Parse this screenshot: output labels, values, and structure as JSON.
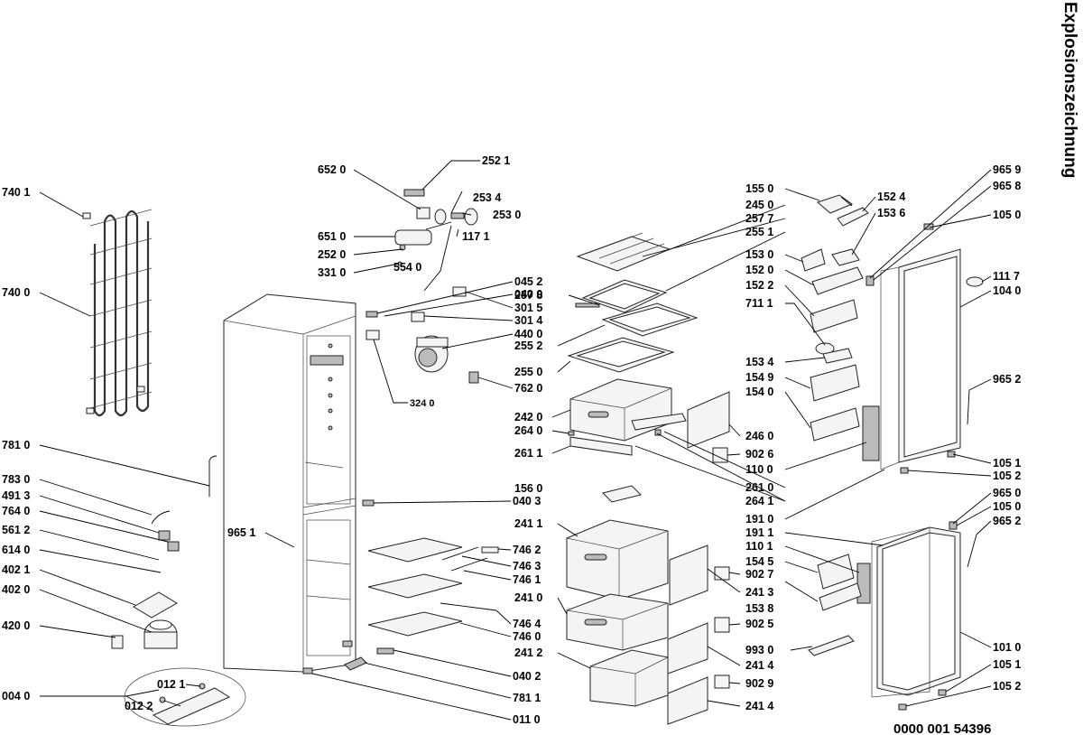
{
  "title": "Explosionszeichnung",
  "document_number": "0000 001 54396",
  "labels": {
    "740_1": "740 1",
    "740_0": "740 0",
    "781_0": "781 0",
    "783_0": "783 0",
    "491_3": "491 3",
    "764_0": "764 0",
    "561_2": "561 2",
    "614_0": "614 0",
    "402_1": "402 1",
    "402_0": "402 0",
    "420_0": "420 0",
    "004_0": "004 0",
    "012_1": "012 1",
    "012_2": "012 2",
    "652_0": "652 0",
    "252_1": "252 1",
    "253_4": "253 4",
    "253_0": "253 0",
    "651_0": "651 0",
    "117_1": "117 1",
    "252_0": "252 0",
    "554_0": "554 0",
    "331_0": "331 0",
    "045_2": "045 2",
    "040_0": "040 0",
    "301_5": "301 5",
    "301_4": "301 4",
    "440_0": "440 0",
    "762_0": "762 0",
    "324_0": "324 0",
    "965_1": "965 1",
    "040_3": "040 3",
    "746_2": "746 2",
    "746_3": "746 3",
    "746_1": "746 1",
    "746_4": "746 4",
    "746_0": "746 0",
    "040_2": "040 2",
    "781_1": "781 1",
    "011_0": "011 0",
    "155_0": "155 0",
    "245_0": "245 0",
    "257_7": "257 7",
    "255_1": "255 1",
    "257_8": "257 8",
    "255_2": "255 2",
    "255_0": "255 0",
    "242_0": "242 0",
    "264_0": "264 0",
    "261_1": "261 1",
    "246_0": "246 0",
    "902_6": "902 6",
    "261_0": "261 0",
    "264_1": "264 1",
    "156_0": "156 0",
    "241_1": "241 1",
    "241_0": "241 0",
    "241_2": "241 2",
    "241_3": "241 3",
    "241_4a": "241 4",
    "241_4b": "241 4",
    "902_7": "902 7",
    "902_5": "902 5",
    "902_9": "902 9",
    "993_0": "993 0",
    "152_4": "152 4",
    "153_6": "153 6",
    "153_0": "153 0",
    "152_0": "152 0",
    "152_2": "152 2",
    "711_1": "711 1",
    "153_4": "153 4",
    "154_9": "154 9",
    "154_0": "154 0",
    "110_0": "110 0",
    "191_0": "191 0",
    "191_1": "191 1",
    "110_1": "110 1",
    "154_5": "154 5",
    "153_8": "153 8",
    "965_9": "965 9",
    "965_8": "965 8",
    "105_0a": "105 0",
    "111_7": "111 7",
    "104_0": "104 0",
    "965_2a": "965 2",
    "105_1a": "105 1",
    "105_2a": "105 2",
    "965_0": "965 0",
    "105_0b": "105 0",
    "965_2b": "965 2",
    "101_0": "101 0",
    "105_1b": "105 1",
    "105_2b": "105 2"
  }
}
